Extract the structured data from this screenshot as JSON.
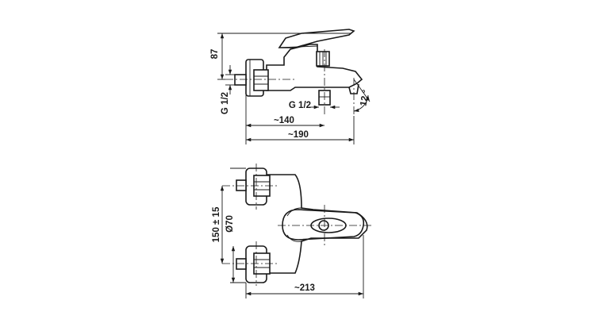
{
  "side_view": {
    "height_label": "87",
    "inlet_thread_label": "G 1/2",
    "outlet_thread_label": "G 1/2",
    "spout_angle_label": "12 °",
    "outlet_distance_label": "~140",
    "spout_reach_label": "~190"
  },
  "top_view": {
    "center_distance_label": "150 ± 15",
    "diameter_label": "Ø70",
    "overall_length_label": "~213"
  }
}
